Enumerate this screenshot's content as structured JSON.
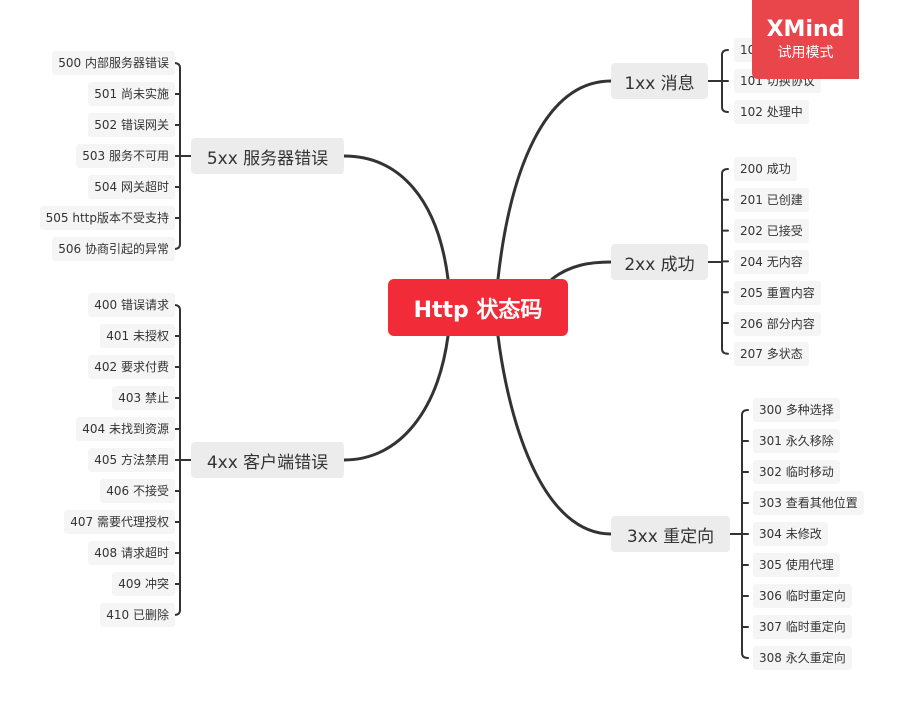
{
  "root": "Http 状态码",
  "watermark": {
    "name": "XMind",
    "mode": "试用模式"
  },
  "branches": {
    "b1xx": {
      "label": "1xx 消息",
      "items": [
        "100 继续",
        "101 切换协议",
        "102 处理中"
      ]
    },
    "b2xx": {
      "label": "2xx 成功",
      "items": [
        "200 成功",
        "201 已创建",
        "202 已接受",
        "204 无内容",
        "205 重置内容",
        "206 部分内容",
        "207 多状态"
      ]
    },
    "b3xx": {
      "label": "3xx 重定向",
      "items": [
        "300 多种选择",
        "301 永久移除",
        "302 临时移动",
        "303 查看其他位置",
        "304 未修改",
        "305 使用代理",
        "306 临时重定向",
        "307 临时重定向",
        "308 永久重定向"
      ]
    },
    "b4xx": {
      "label": "4xx 客户端错误",
      "items": [
        "400 错误请求",
        "401 未授权",
        "402 要求付费",
        "403 禁止",
        "404 未找到资源",
        "405 方法禁用",
        "406 不接受",
        "407 需要代理授权",
        "408 请求超时",
        "409 冲突",
        "410 已删除"
      ]
    },
    "b5xx": {
      "label": "5xx 服务器错误",
      "items": [
        "500 内部服务器错误",
        "501 尚未实施",
        "502 错误网关",
        "503 服务不可用",
        "504 网关超时",
        "505 http版本不受支持",
        "506 协商引起的异常"
      ]
    }
  }
}
